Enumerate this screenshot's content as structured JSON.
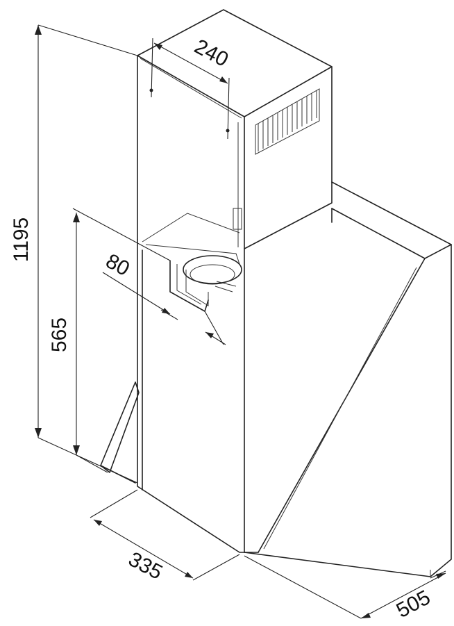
{
  "dimensions": {
    "width_top": "240",
    "duct_offset": "80",
    "total_height": "1195",
    "lower_height": "565",
    "width_bottom": "335",
    "depth": "505"
  },
  "colors": {
    "line": "#222222",
    "background": "#ffffff"
  }
}
